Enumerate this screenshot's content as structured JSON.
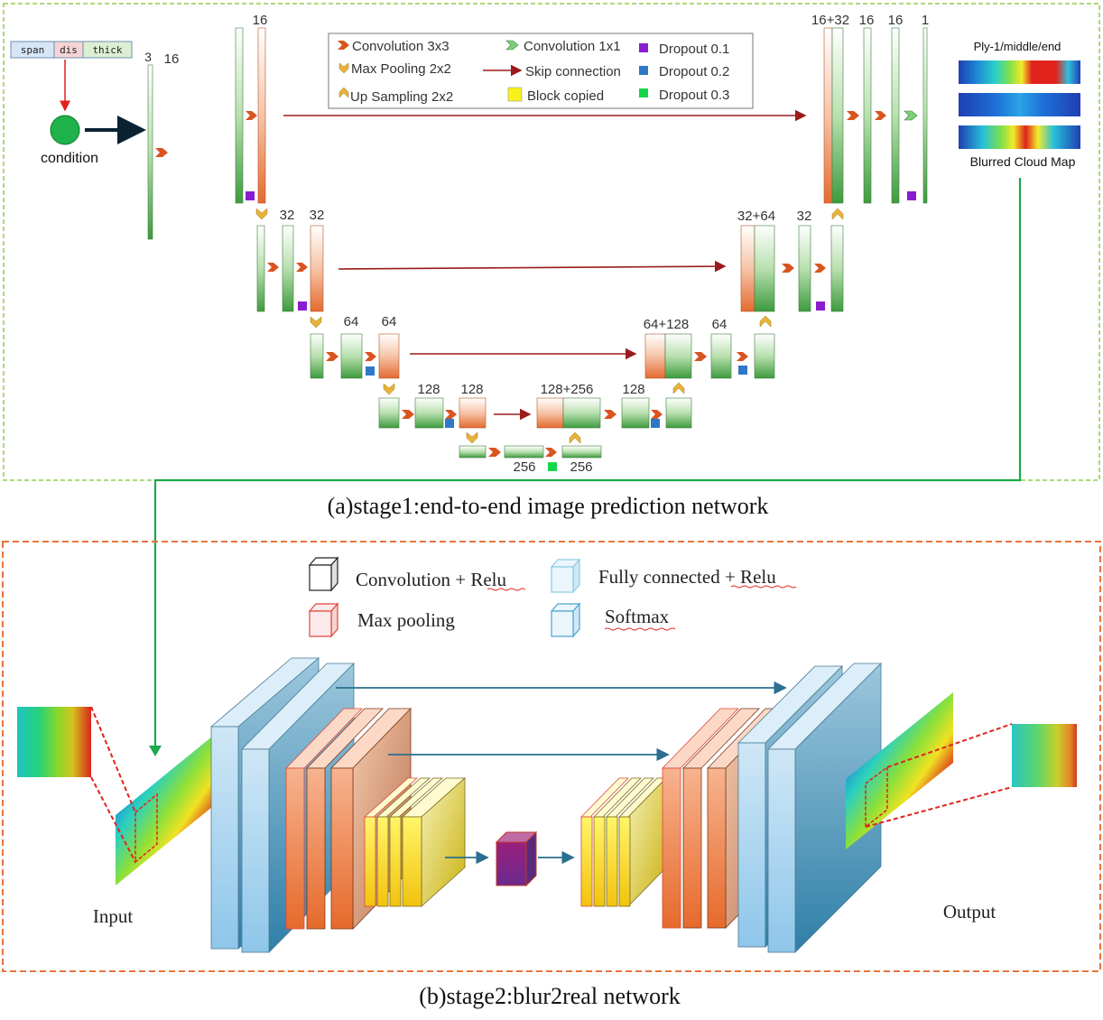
{
  "stage1": {
    "caption": "(a)stage1:end-to-end image prediction network",
    "inputs": {
      "span": "span",
      "dis": "dis",
      "thick": "thick",
      "condition": "condition"
    },
    "legend": {
      "conv3": "Convolution 3x3",
      "maxpool": "Max Pooling 2x2",
      "upsample": "Up Sampling 2x2",
      "conv1": "Convolution 1x1",
      "skip": "Skip connection",
      "copied": "Block copied",
      "d1": "Dropout 0.1",
      "d2": "Dropout 0.2",
      "d3": "Dropout 0.3"
    },
    "labels": {
      "l3": "3",
      "l16a": "16",
      "l16b": "16",
      "l32a": "32",
      "l32b": "32",
      "l64a": "64",
      "l64b": "64",
      "l128a": "128",
      "l128b": "128",
      "l256a": "256",
      "l256b": "256",
      "l128_256": "128+256",
      "l128c": "128",
      "l64_128": "64+128",
      "l64c": "64",
      "l32_64": "32+64",
      "l32c": "32",
      "l16_32": "16+32",
      "l16c": "16",
      "l16d": "16",
      "l1": "1"
    },
    "output_title": "Ply-1/middle/end",
    "output_caption": "Blurred Cloud Map"
  },
  "stage2": {
    "caption": "(b)stage2:blur2real network",
    "legend": {
      "conv_relu": "Convolution +  Relu",
      "fc_relu": "Fully connected + Relu",
      "maxpool": "Max pooling",
      "softmax": "Softmax"
    },
    "input_label": "Input",
    "output_label": "Output"
  },
  "colors": {
    "stage1_border": "#8fce4f",
    "stage2_border": "#e8743b",
    "link_green": "#1aa84a",
    "skip_red": "#9b1b1b",
    "skip_blue": "#2a6f8f",
    "dropout01": "#8a1ccf",
    "dropout02": "#2e78c7",
    "dropout03": "#15d64a",
    "conv_arrow": "#d9541e",
    "pool_gold": "#e8b23a"
  }
}
